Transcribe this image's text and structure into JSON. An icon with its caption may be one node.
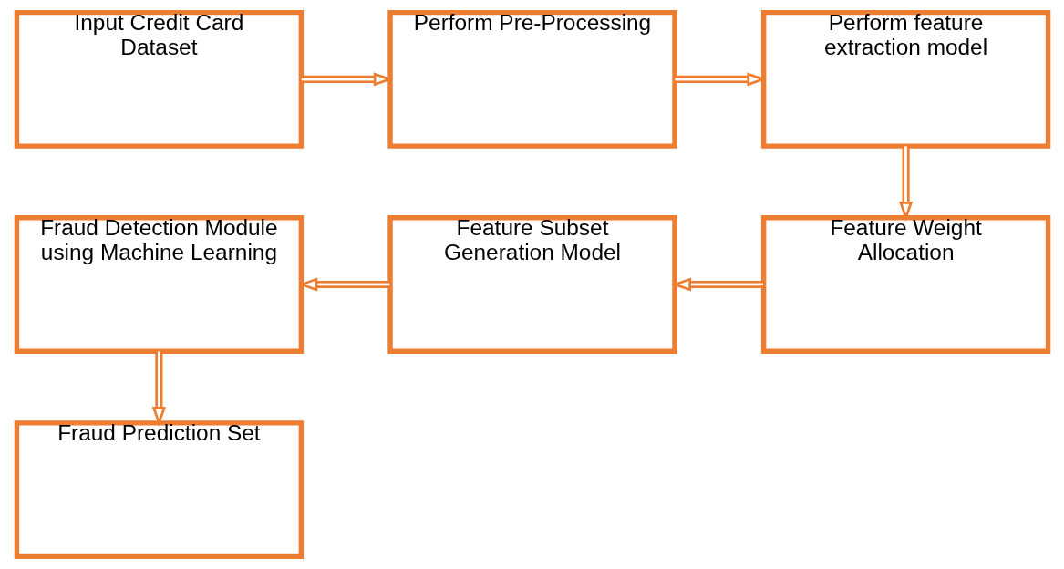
{
  "diagram": {
    "nodes": [
      {
        "text": [
          "Input Credit Card Dataset"
        ]
      },
      {
        "text": [
          "Perform Pre-Processing"
        ]
      },
      {
        "text": [
          "Perform feature extraction model"
        ]
      },
      {
        "text": [
          "Feature Weight Allocation"
        ]
      },
      {
        "text": [
          "Feature Subset Generation Model"
        ]
      },
      {
        "text": [
          "Fraud Detection Module using Machine Learning"
        ]
      },
      {
        "text": [
          "Fraud Prediction Set"
        ]
      }
    ],
    "edges": [
      {
        "from": 0,
        "to": 1,
        "arrow": "to"
      },
      {
        "from": 1,
        "to": 2,
        "arrow": "to"
      },
      {
        "from": 2,
        "to": 3,
        "arrow": "to"
      },
      {
        "from": 3,
        "to": 4,
        "arrow": "to"
      },
      {
        "from": 4,
        "to": 5,
        "arrow": "to"
      },
      {
        "from": 5,
        "to": 6,
        "arrow": "to"
      }
    ]
  }
}
